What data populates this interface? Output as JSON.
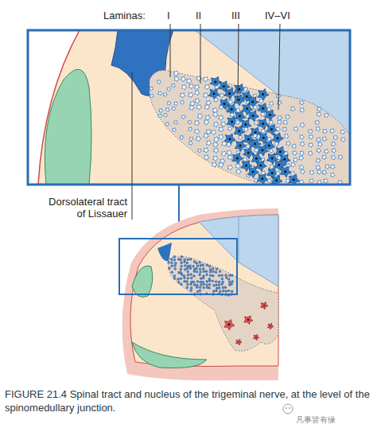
{
  "diagram": {
    "caption": "FIGURE 21.4 Spinal tract and nucleus of the trigeminal nerve, at the level of the spinomedullary junction.",
    "labels": [
      "Laminas:",
      "I",
      "II",
      "III",
      "IV–VI",
      "Dorsolateral tract of Lissauer",
      "凡事皆有缘"
    ]
  }
}
